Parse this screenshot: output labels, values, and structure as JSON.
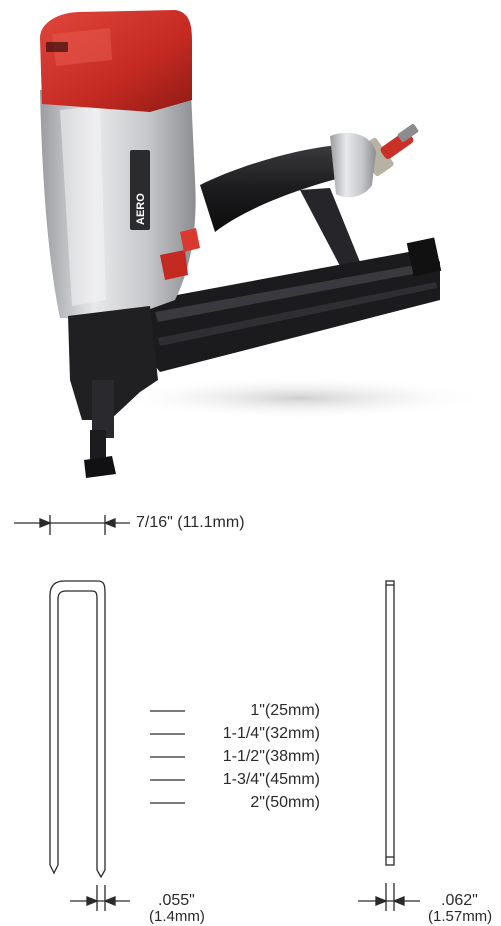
{
  "product": {
    "badge_text": "AERO"
  },
  "diagram": {
    "crown_width": "7/16\" (11.1mm)",
    "lengths": [
      "1\"(25mm)",
      "1-1/4\"(32mm)",
      "1-1/2\"(38mm)",
      "1-3/4\"(45mm)",
      "2\"(50mm)"
    ],
    "leg_width": ".055\"",
    "leg_width_metric": "(1.4mm)",
    "thickness": ".062\"",
    "thickness_metric": "(1.57mm)"
  }
}
